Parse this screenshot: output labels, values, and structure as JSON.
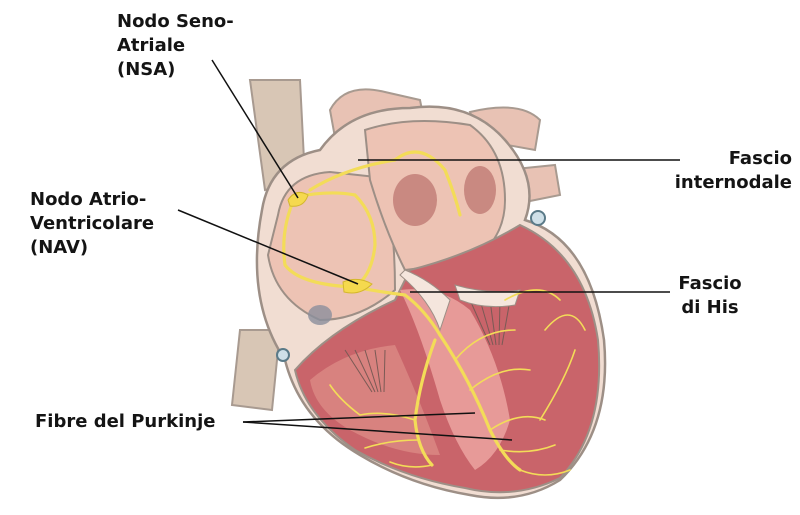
{
  "labels": {
    "nsa": [
      "Nodo Seno-",
      "Atriale",
      "(NSA)"
    ],
    "nav": [
      "Nodo Atrio-",
      "Ventricolare",
      "(NAV)"
    ],
    "internodal": [
      "Fascio",
      "internodale"
    ],
    "his": [
      "Fascio",
      "di His"
    ],
    "purkinje": [
      "Fibre del Purkinje"
    ]
  },
  "colors": {
    "myocardium": "#c9646a",
    "myocardium_light": "#e79a98",
    "atrium_inner": "#edc3b4",
    "conduction": "#f3dc58",
    "vessel": "#e8c2b4",
    "vein": "#d8c6b5",
    "wall_outline": "#9d8f86",
    "label_text": "#141414"
  }
}
